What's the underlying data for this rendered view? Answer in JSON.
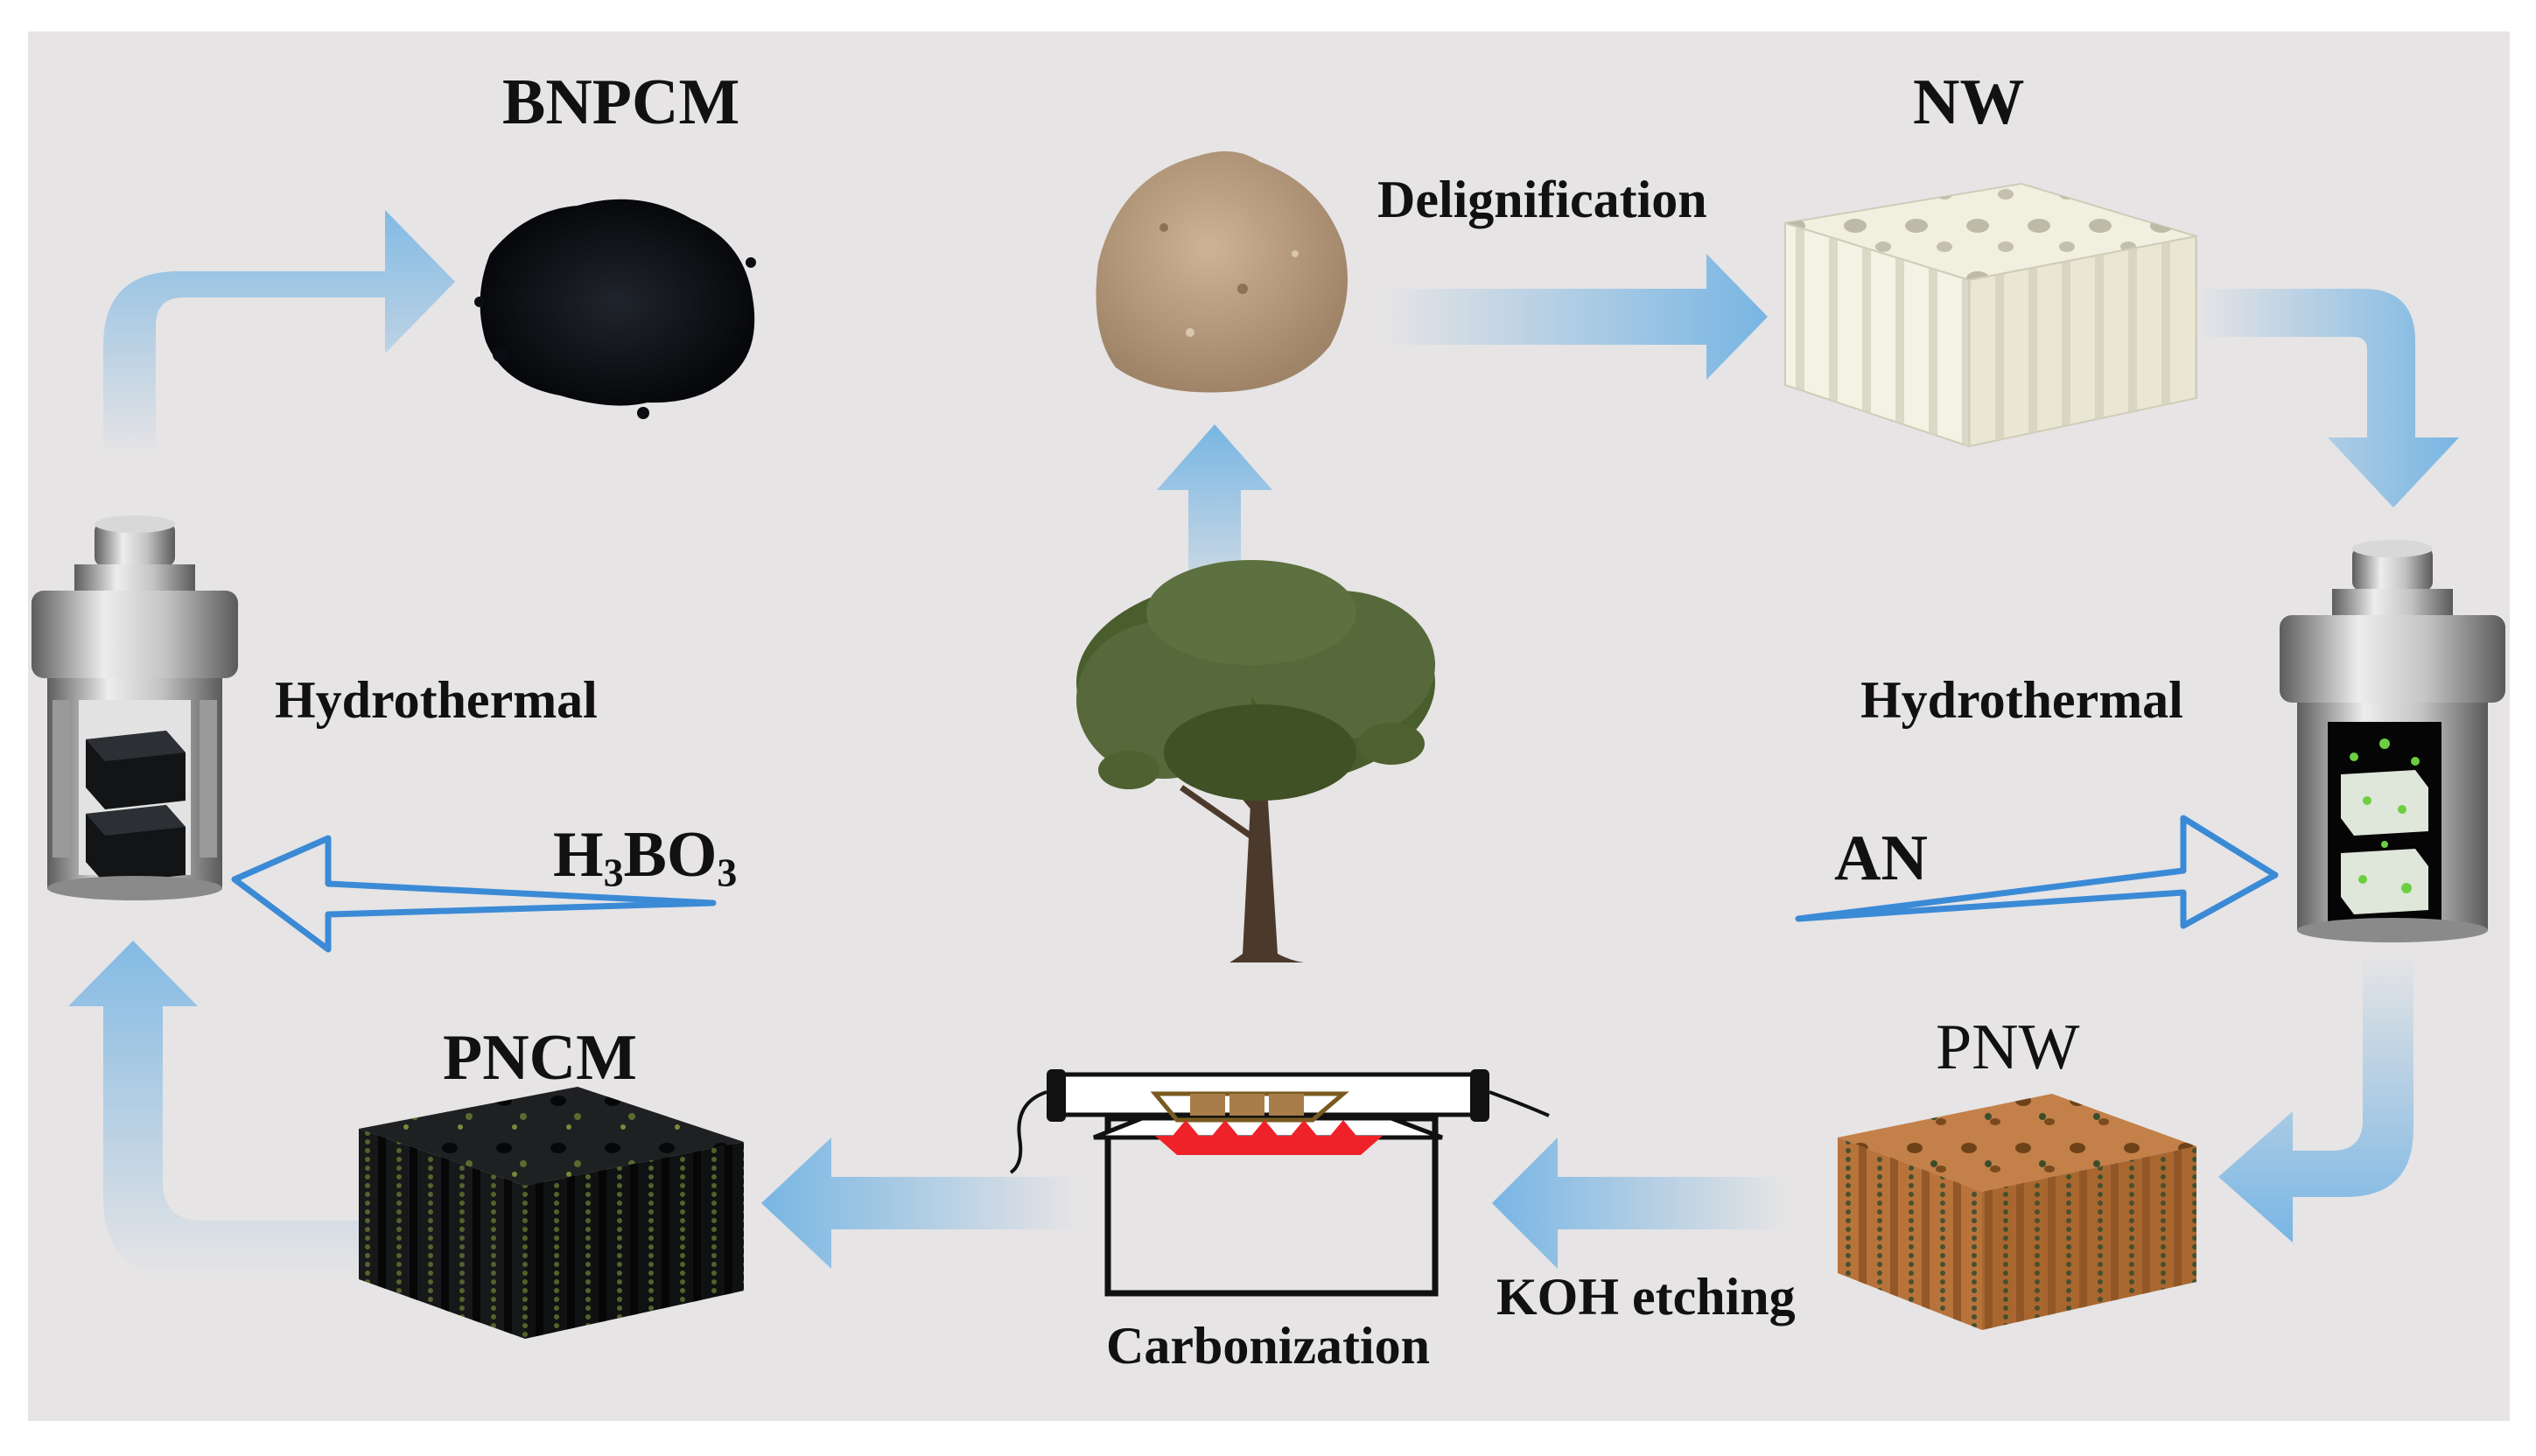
{
  "labels": {
    "bnpcm": "BNPCM",
    "nw": "NW",
    "delignification": "Delignification",
    "hydrothermal_left": "Hydrothermal",
    "hydrothermal_right": "Hydrothermal",
    "an": "AN",
    "pnw": "PNW",
    "pncm": "PNCM",
    "koh_etching": "KOH etching",
    "carbonization": "Carbonization",
    "h3bo3": {
      "h": "H",
      "s1": "3",
      "bo": "BO",
      "s2": "3"
    }
  },
  "colors": {
    "background": "#e6e4e5",
    "arrow": "#72b3e3",
    "arrow_outline": "#3b8ad6",
    "bnpcm_powder": "#0b0d12",
    "wood_powder": "#b49a7c",
    "nw_block": "#f1efdf",
    "pnw_block": "#b8733b",
    "pncm_block": "#1a1c1e",
    "heater": "#ee2228",
    "tree_leaves": "#4a5d2c",
    "tree_trunk": "#4b3a2b"
  }
}
